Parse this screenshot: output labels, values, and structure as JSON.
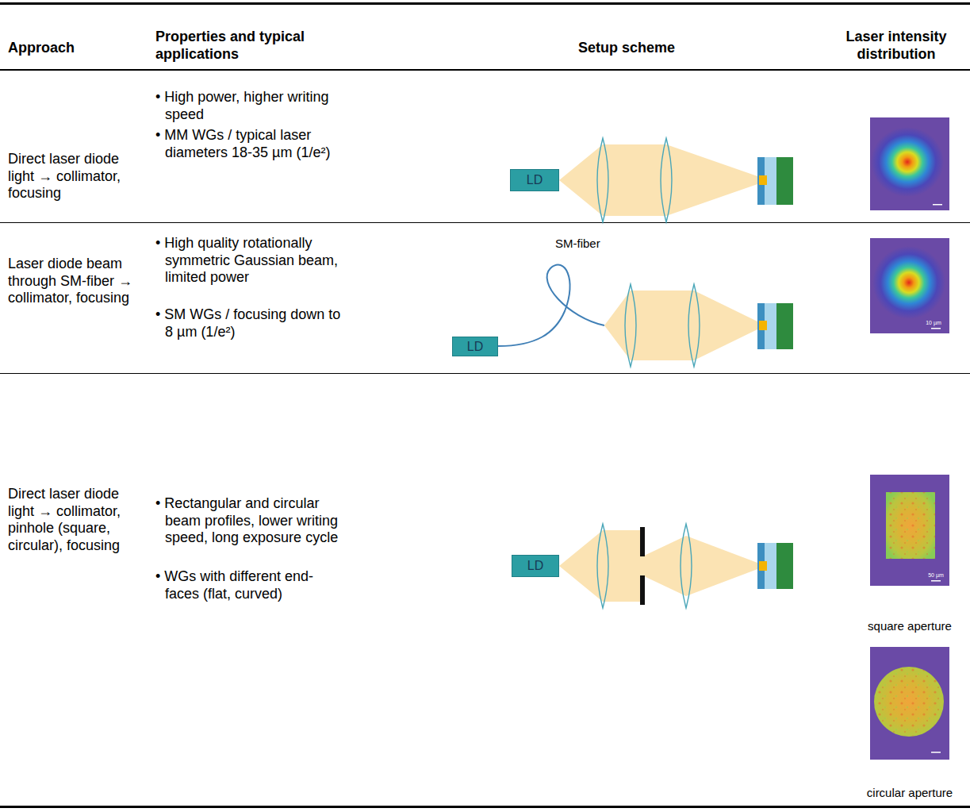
{
  "diagram": {
    "nodes": [
      {
        "text": [
          "LD"
        ]
      },
      {
        "text": [
          "LD"
        ]
      },
      {
        "text": [
          "LD"
        ]
      }
    ],
    "labels": [
      "Approach",
      "Properties and typical applications",
      "Setup scheme",
      "Laser intensity distribution",
      "Direct laser diode light → collimator, focusing",
      "• High power, higher writing speed",
      "• MM WGs / typical laser diameters 18-35 µm (1/e²)",
      "Laser diode beam through SM-fiber → collimator, focusing",
      "• High quality rotationally symmetric Gaussian beam, limited power",
      "• SM WGs / focusing down to 8 µm (1/e²)",
      "SM-fiber",
      "10 µm",
      "Direct laser diode light → collimator, pinhole (square, circular), focusing",
      "• Rectangular and circular beam profiles, lower writing speed, long exposure cycle",
      "• WGs with different end-faces (flat, curved)",
      "50 µm",
      "square aperture",
      "circular aperture"
    ]
  }
}
